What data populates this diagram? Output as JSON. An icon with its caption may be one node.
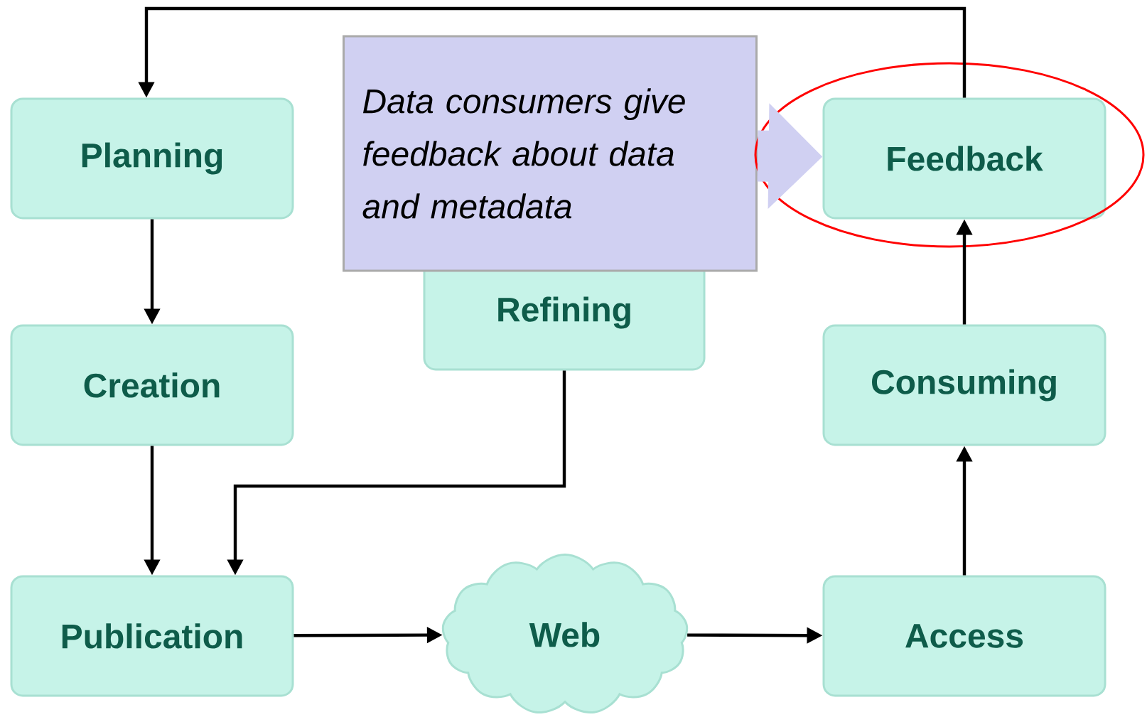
{
  "diagram": {
    "nodes": [
      {
        "text": [
          "Planning"
        ]
      },
      {
        "text": [
          "Creation"
        ]
      },
      {
        "text": [
          "Publication"
        ]
      },
      {
        "text": [
          "Refining"
        ]
      },
      {
        "text": [
          "Web"
        ]
      },
      {
        "text": [
          "Access"
        ]
      },
      {
        "text": [
          "Consuming"
        ]
      },
      {
        "text": [
          "Feedback"
        ]
      },
      {
        "text": [
          "Data consumers give feedback about data and metadata"
        ]
      }
    ],
    "edges": [
      {
        "from": 7,
        "to": 0,
        "arrow": "to"
      },
      {
        "from": 0,
        "to": 1,
        "arrow": "to"
      },
      {
        "from": 1,
        "to": 2,
        "arrow": "to"
      },
      {
        "from": 3,
        "to": 2,
        "arrow": "to"
      },
      {
        "from": 2,
        "to": 4,
        "arrow": "to"
      },
      {
        "from": 4,
        "to": 5,
        "arrow": "to"
      },
      {
        "from": 5,
        "to": 6,
        "arrow": "to"
      },
      {
        "from": 6,
        "to": 7,
        "arrow": "to"
      },
      {
        "from": 8,
        "to": 7,
        "arrow": "to",
        "style": "thick",
        "color": "#d0d0f2"
      }
    ]
  }
}
